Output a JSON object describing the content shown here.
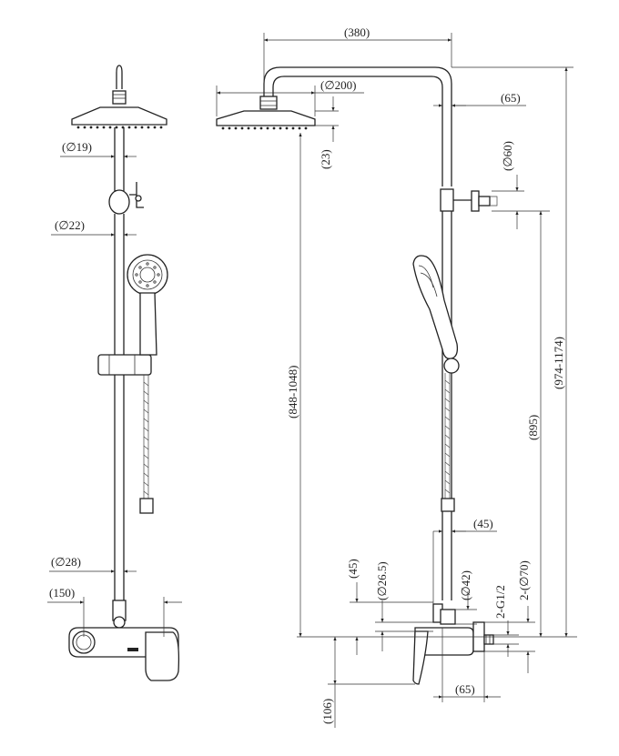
{
  "labels": {
    "width_380": "(380)",
    "head_dia_200": "(∅200)",
    "arm_offset_65": "(65)",
    "head_thick_23": "(23)",
    "escutcheon_dia_60": "(∅60)",
    "pipe_dia_19": "(∅19)",
    "pipe_dia_22": "(∅22)",
    "pipe_dia_28": "(∅28)",
    "spout_150": "(150)",
    "height_848_1048": "(848-1048)",
    "height_895": "(895)",
    "height_974_1174": "(974-1174)",
    "offset_45_top": "(45)",
    "offset_45_left": "(45)",
    "dia_26_5": "(∅26.5)",
    "dia_42": "(∅42)",
    "thread_g12": "2-G1/2",
    "dia_70": "2-(∅70)",
    "bottom_65": "(65)",
    "bottom_106": "(106)"
  },
  "colors": {
    "line": "#222222",
    "background": "#ffffff"
  }
}
